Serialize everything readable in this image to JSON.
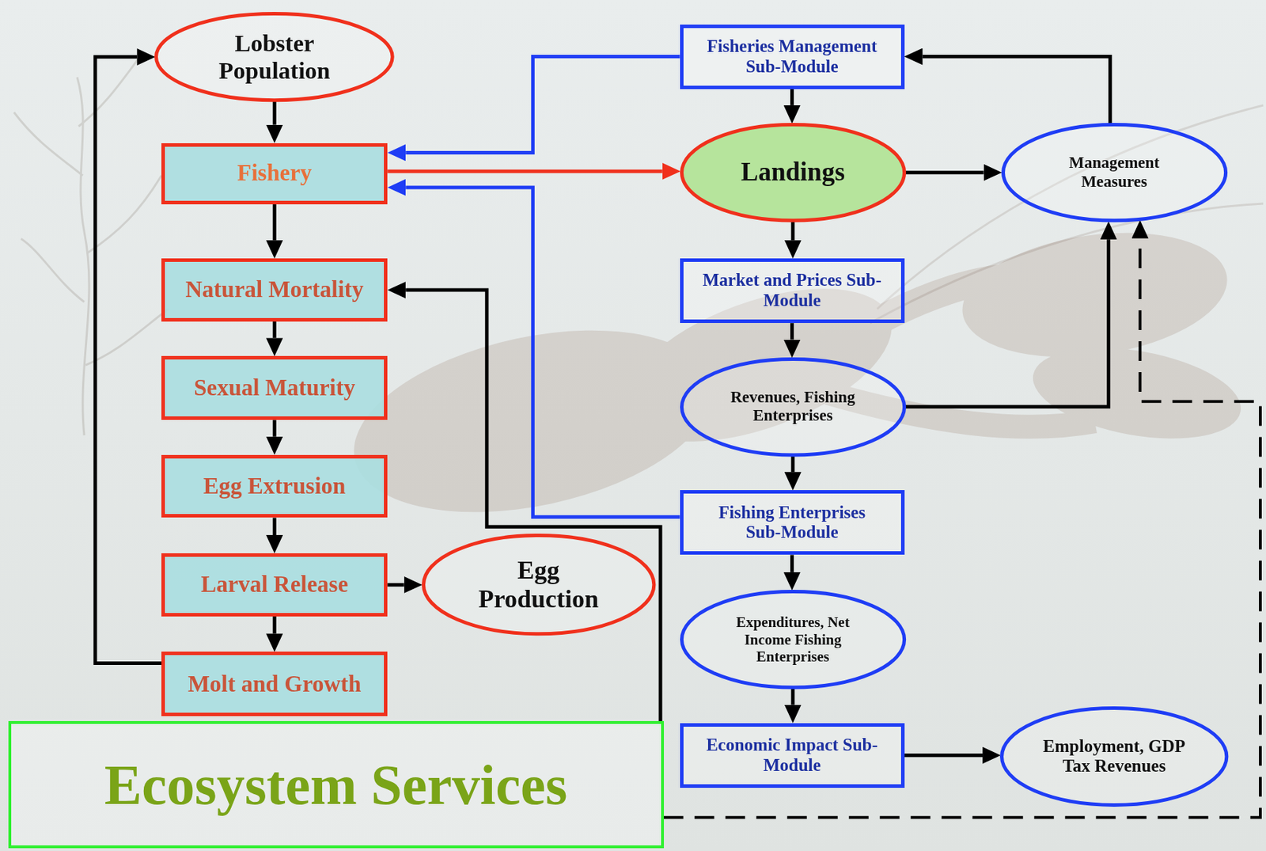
{
  "diagram": {
    "nodes": [
      {
        "text": [
          "Lobster Population"
        ]
      },
      {
        "text": [
          "Fishery"
        ]
      },
      {
        "text": [
          "Natural Mortality"
        ]
      },
      {
        "text": [
          "Sexual Maturity"
        ]
      },
      {
        "text": [
          "Egg Extrusion"
        ]
      },
      {
        "text": [
          "Larval Release"
        ]
      },
      {
        "text": [
          "Egg Production"
        ]
      },
      {
        "text": [
          "Molt and Growth"
        ]
      },
      {
        "text": [
          "Fisheries Management Sub-Module"
        ]
      },
      {
        "text": [
          "Landings"
        ]
      },
      {
        "text": [
          "Management Measures"
        ]
      },
      {
        "text": [
          "Market and Prices Sub-Module"
        ]
      },
      {
        "text": [
          "Revenues, Fishing Enterprises"
        ]
      },
      {
        "text": [
          "Fishing Enterprises Sub-Module"
        ]
      },
      {
        "text": [
          "Expenditures, Net Income Fishing Enterprises"
        ]
      },
      {
        "text": [
          "Economic Impact Sub-Module"
        ]
      },
      {
        "text": [
          "Employment, GDP Tax Revenues"
        ]
      },
      {
        "text": [
          "Ecosystem Services"
        ]
      }
    ],
    "edges": [
      {
        "from": 0,
        "to": 1,
        "arrow": "to"
      },
      {
        "from": 1,
        "to": 2,
        "arrow": "to"
      },
      {
        "from": 2,
        "to": 3,
        "arrow": "to"
      },
      {
        "from": 3,
        "to": 4,
        "arrow": "to"
      },
      {
        "from": 4,
        "to": 5,
        "arrow": "to"
      },
      {
        "from": 5,
        "to": 7,
        "arrow": "to"
      },
      {
        "from": 5,
        "to": 6,
        "arrow": "to"
      },
      {
        "from": 7,
        "to": 0,
        "arrow": "to"
      },
      {
        "from": 8,
        "to": 1,
        "arrow": "to"
      },
      {
        "from": 13,
        "to": 1,
        "arrow": "to"
      },
      {
        "from": 1,
        "to": 9,
        "arrow": "to"
      },
      {
        "from": 8,
        "to": 9,
        "arrow": "to"
      },
      {
        "from": 9,
        "to": 10,
        "arrow": "to"
      },
      {
        "from": 10,
        "to": 8,
        "arrow": "to"
      },
      {
        "from": 9,
        "to": 11,
        "arrow": "to"
      },
      {
        "from": 11,
        "to": 12,
        "arrow": "to"
      },
      {
        "from": 12,
        "to": 13,
        "arrow": "to"
      },
      {
        "from": 13,
        "to": 14,
        "arrow": "to"
      },
      {
        "from": 14,
        "to": 15,
        "arrow": "to"
      },
      {
        "from": 15,
        "to": 16,
        "arrow": "to"
      },
      {
        "from": 12,
        "to": 10,
        "arrow": "to"
      },
      {
        "from": 17,
        "to": 2,
        "arrow": "to"
      },
      {
        "from": 17,
        "to": 10,
        "arrow": "to"
      }
    ]
  }
}
